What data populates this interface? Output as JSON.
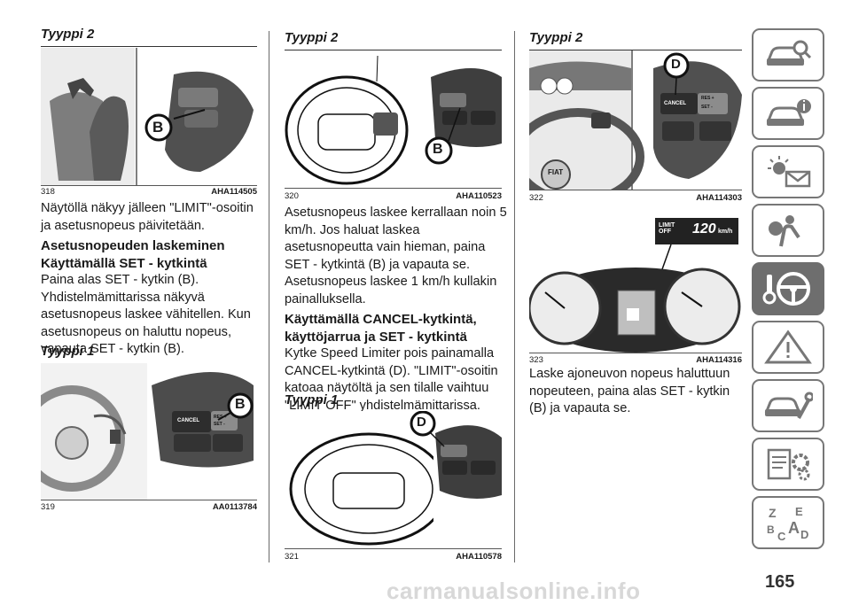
{
  "col1": {
    "title": "Tyyppi 2",
    "fig318": {
      "num": "318",
      "code": "AHA114505",
      "callout": "B"
    },
    "para1": "Näytöllä näkyy jälleen \"LIMIT\"-osoitin ja asetusnopeus päivitetään.",
    "heading1": "Asetusnopeuden laskeminen",
    "heading2": "Käyttämällä SET - kytkintä",
    "para2": "Paina alas SET - kytkin (B).",
    "para3": "Yhdistelmämittarissa näkyvä asetusnopeus laskee vähitellen. Kun asetusnopeus on haluttu nopeus, vapauta SET - kytkin (B).",
    "subtitle": "Tyyppi 1",
    "fig319": {
      "num": "319",
      "code": "AA0113784",
      "callout": "B",
      "button_cancel": "CANCEL",
      "button_res": "RES +",
      "button_set": "SET -"
    }
  },
  "col2": {
    "title": "Tyyppi 2",
    "fig320": {
      "num": "320",
      "code": "AHA110523",
      "callout": "B"
    },
    "para1": "Asetusnopeus laskee kerrallaan noin 5 km/h. Jos haluat laskea asetusnopeutta vain hieman, paina SET - kytkintä (B) ja vapauta se. Asetusnopeus laskee 1 km/h kullakin painalluksella.",
    "heading": "Käyttämällä CANCEL-kytkintä, käyttöjarrua ja SET - kytkintä",
    "para2": "Kytke Speed Limiter pois painamalla CANCEL-kytkintä (D). \"LIMIT\"-osoitin katoaa näytöltä ja sen tilalle vaihtuu \"LIMIT OFF\" yhdistelmämittarissa.",
    "subtitle": "Tyyppi 1",
    "fig321": {
      "num": "321",
      "code": "AHA110578",
      "callout": "D"
    }
  },
  "col3": {
    "title": "Tyyppi 2",
    "fig322": {
      "num": "322",
      "code": "AHA114303",
      "callout": "D",
      "button_cancel": "CANCEL",
      "button_res": "RES +",
      "button_set": "SET -",
      "logo": "FIAT"
    },
    "fig323": {
      "num": "323",
      "code": "AHA114316",
      "display_label": "LIMIT OFF",
      "display_value": "120",
      "display_unit": "km/h"
    },
    "para1": "Laske ajoneuvon nopeus haluttuun nopeuteen, paina alas SET - kytkin (B) ja vapauta se."
  },
  "sidebar": {
    "tabs": [
      "car-search-icon",
      "car-info-icon",
      "warning-light-icon",
      "airbag-person-icon",
      "steering-key-icon",
      "road-warning-icon",
      "car-wrench-icon",
      "settings-document-icon",
      "alphabet-index-icon"
    ],
    "active_index": 4
  },
  "page_number": "165",
  "watermark": "carmanualsonline.info"
}
